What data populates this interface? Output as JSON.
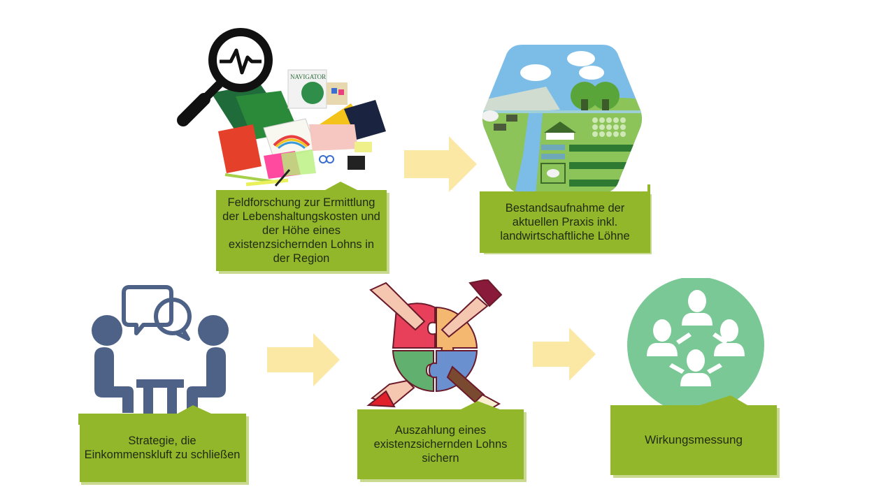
{
  "colors": {
    "box_fill": "#93b72a",
    "box_shadow": "#c9d98f",
    "arrow_fill": "#fbe8a4",
    "people_icon": "#4d6286",
    "network_circle": "#7ac895"
  },
  "steps": [
    {
      "id": "field-research",
      "label": "Feldforschung zur Ermittlung der Lebenshaltungskosten und der Höhe eines existenzsichernden Lohns in der Region",
      "icon": "magnifier-office-supplies-icon"
    },
    {
      "id": "inventory",
      "label": "Bestandsaufnahme der aktuellen Praxis inkl. landwirtschaftliche Löhne",
      "icon": "farm-landscape-icon"
    },
    {
      "id": "strategy",
      "label": "Strategie, die Einkommenskluft zu schließen",
      "icon": "meeting-dialogue-icon"
    },
    {
      "id": "payment",
      "label": "Auszahlung eines existenzsichernden Lohns sichern",
      "icon": "puzzle-hands-icon"
    },
    {
      "id": "impact",
      "label": "Wirkungsmessung",
      "icon": "people-network-icon"
    }
  ],
  "image_text": {
    "paper_box_brand": "NAVIGATOR"
  }
}
